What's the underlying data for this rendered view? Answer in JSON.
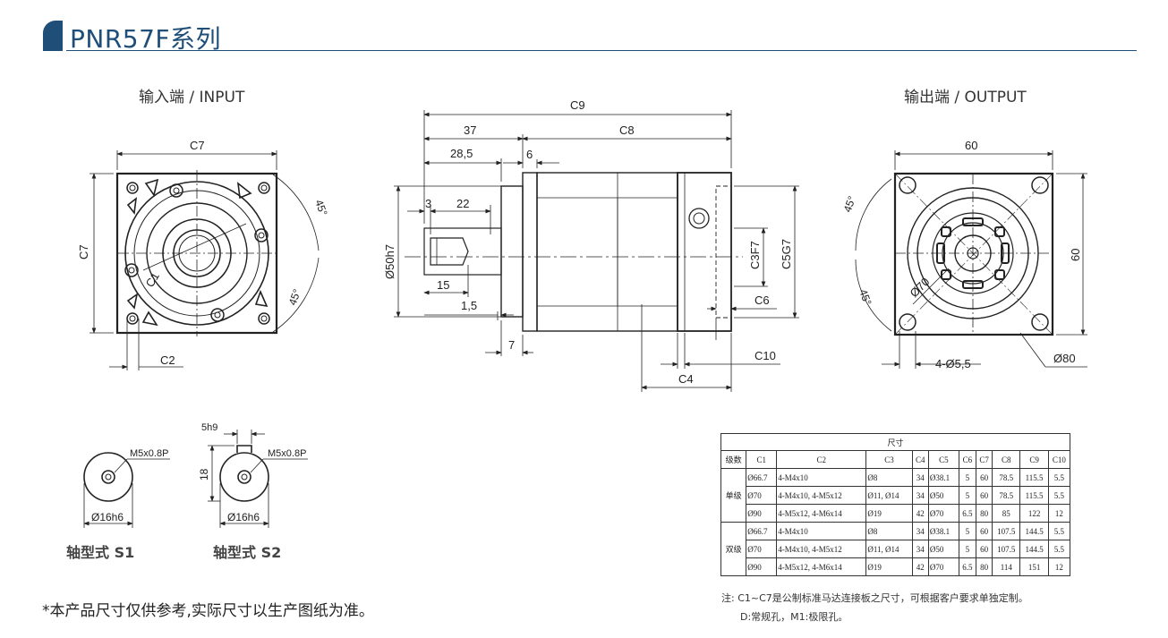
{
  "header": {
    "title": "PNR57F系列"
  },
  "views": {
    "input_label": "输入端 / INPUT",
    "output_label": "输出端 / OUTPUT"
  },
  "dims": {
    "c7": "C7",
    "c1": "C1",
    "c2": "C2",
    "deg45": "45°",
    "c9": "C9",
    "c8": "C8",
    "d37": "37",
    "d28_5": "28,5",
    "d6": "6",
    "d3": "3",
    "d22": "22",
    "d15": "15",
    "d1_5": "1,5",
    "d7": "7",
    "phi50": "Ø50h7",
    "c3": "C3F7",
    "c5": "C5G7",
    "c6": "C6",
    "c10": "C10",
    "c4": "C4",
    "d60": "60",
    "phi70": "Ø70",
    "holes": "4-Ø5,5",
    "phi80": "Ø80"
  },
  "shafts": {
    "s1_label": "轴型式 S1",
    "s2_label": "轴型式 S2",
    "thread": "M5x0.8P",
    "dia": "Ø16h6",
    "key": "5h9",
    "height": "18"
  },
  "table": {
    "caption": "尺寸",
    "headers": [
      "级数",
      "C1",
      "C2",
      "C3",
      "C4",
      "C5",
      "C6",
      "C7",
      "C8",
      "C9",
      "C10"
    ],
    "groups": [
      {
        "name": "单级",
        "rows": [
          [
            "Ø66.7",
            "4-M4x10",
            "Ø8",
            "34",
            "Ø38.1",
            "5",
            "60",
            "78.5",
            "115.5",
            "5.5"
          ],
          [
            "Ø70",
            "4-M4x10, 4-M5x12",
            "Ø11, Ø14",
            "34",
            "Ø50",
            "5",
            "60",
            "78.5",
            "115.5",
            "5.5"
          ],
          [
            "Ø90",
            "4-M5x12, 4-M6x14",
            "Ø19",
            "42",
            "Ø70",
            "6.5",
            "80",
            "85",
            "122",
            "12"
          ]
        ]
      },
      {
        "name": "双级",
        "rows": [
          [
            "Ø66.7",
            "4-M4x10",
            "Ø8",
            "34",
            "Ø38.1",
            "5",
            "60",
            "107.5",
            "144.5",
            "5.5"
          ],
          [
            "Ø70",
            "4-M4x10, 4-M5x12",
            "Ø11, Ø14",
            "34",
            "Ø50",
            "5",
            "60",
            "107.5",
            "144.5",
            "5.5"
          ],
          [
            "Ø90",
            "4-M5x12, 4-M6x14",
            "Ø19",
            "42",
            "Ø70",
            "6.5",
            "80",
            "114",
            "151",
            "12"
          ]
        ]
      }
    ],
    "note1": "注:  C1~C7是公制标准马达连接板之尺寸，可根据客户要求单独定制。",
    "note2": "D:常规孔，M1:极限孔。"
  },
  "footer": "*本产品尺寸仅供参考,实际尺寸以生产图纸为准。"
}
